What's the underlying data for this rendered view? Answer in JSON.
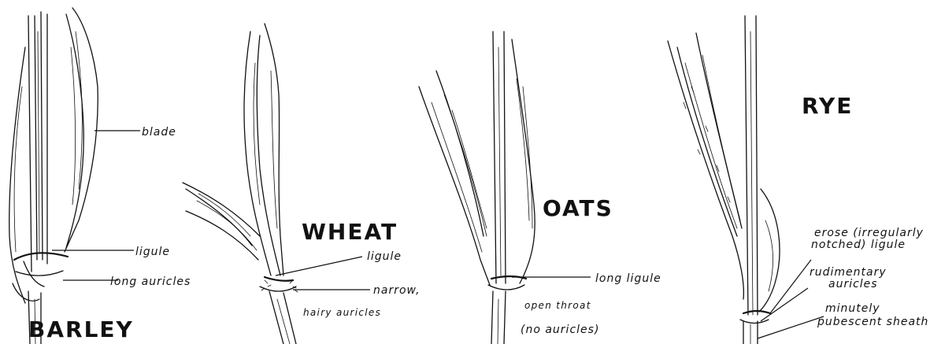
{
  "species": {
    "barley": {
      "name": "BARLEY",
      "labels": {
        "blade": "blade",
        "ligule": "ligule",
        "auricles": "long auricles"
      }
    },
    "wheat": {
      "name": "WHEAT",
      "labels": {
        "ligule": "ligule",
        "auricles_line1": "narrow,",
        "auricles_line2": "hairy auricles"
      }
    },
    "oats": {
      "name": "OATS",
      "labels": {
        "ligule": "long ligule",
        "note_line1": "open throat",
        "note_line2": "(no auricles)"
      }
    },
    "rye": {
      "name": "RYE",
      "labels": {
        "ligule_line1": "erose (irregularly",
        "ligule_line2": "notched) ligule",
        "auricles_line1": "rudimentary",
        "auricles_line2": "auricles",
        "sheath_line1": "minutely",
        "sheath_line2": "pubescent sheath"
      }
    }
  }
}
